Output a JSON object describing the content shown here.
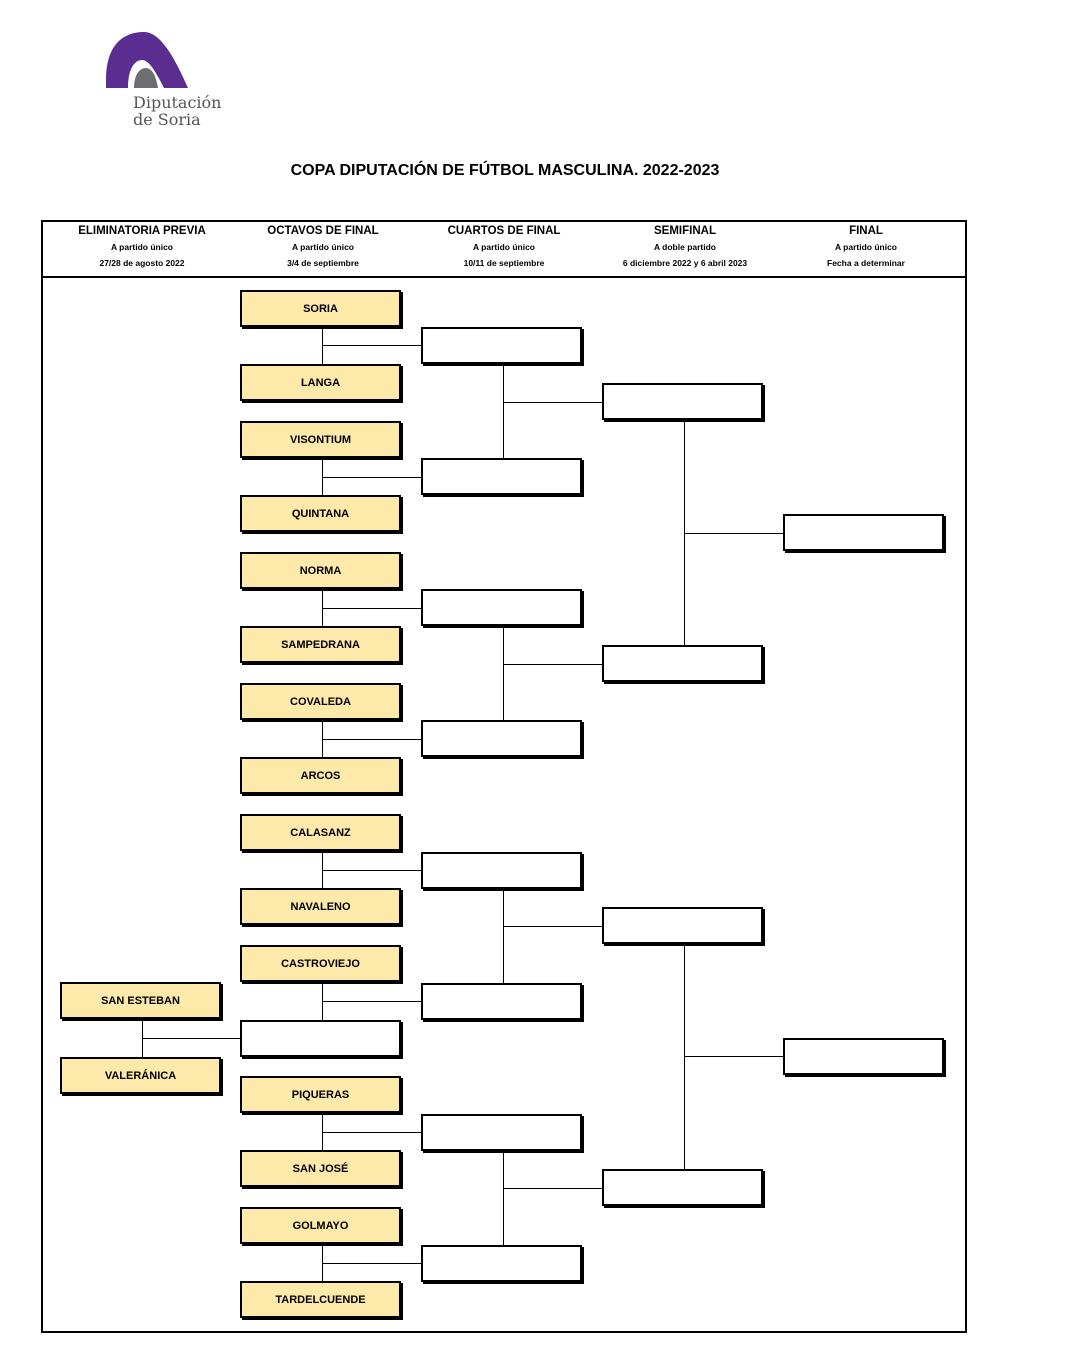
{
  "logo": {
    "line1": "Diputación",
    "line2": "de Soria",
    "colors": {
      "primary": "#5b2d91",
      "secondary": "#6d6e71"
    }
  },
  "title": "COPA DIPUTACIÓN DE FÚTBOL MASCULINA. 2022-2023",
  "rounds": [
    {
      "name": "ELIMINATORIA PREVIA",
      "format": "A partido único",
      "date": "27/28 de agosto 2022"
    },
    {
      "name": "OCTAVOS DE FINAL",
      "format": "A partido único",
      "date": "3/4 de septiembre"
    },
    {
      "name": "CUARTOS DE FINAL",
      "format": "A partido único",
      "date": "10/11 de septiembre"
    },
    {
      "name": "SEMIFINAL",
      "format": "A doble partido",
      "date": "6 diciembre 2022 y 6 abril 2023"
    },
    {
      "name": "FINAL",
      "format": "A partido único",
      "date": "Fecha a determinar"
    }
  ],
  "previa": [
    "SAN ESTEBAN",
    "VALERÁNICA"
  ],
  "octavos": [
    "SORIA",
    "LANGA",
    "VISONTIUM",
    "QUINTANA",
    "NORMA",
    "SAMPEDRANA",
    "COVALEDA",
    "ARCOS",
    "CALASANZ",
    "NAVALENO",
    "CASTROVIEJO",
    "",
    "PIQUERAS",
    "SAN JOSÉ",
    "GOLMAYO",
    "TARDELCUENDE"
  ],
  "colors": {
    "team_fill": "#fde9a9",
    "border": "#000000"
  }
}
